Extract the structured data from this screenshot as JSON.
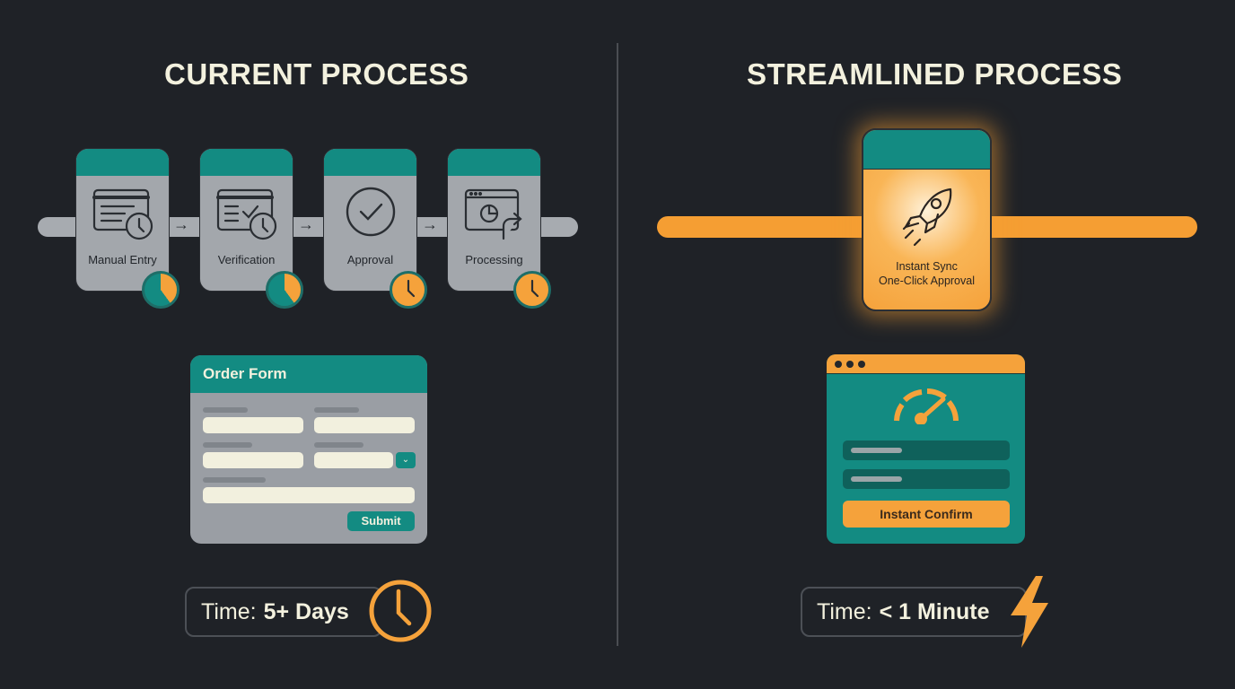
{
  "left": {
    "title": "CURRENT PROCESS",
    "steps": [
      {
        "label": "Manual Entry",
        "icon": "form-clock-icon"
      },
      {
        "label": "Verification",
        "icon": "form-check-clock-icon"
      },
      {
        "label": "Approval",
        "icon": "check-circle-icon"
      },
      {
        "label": "Processing",
        "icon": "window-chart-redirect-icon"
      }
    ],
    "arrow": "→",
    "form": {
      "title": "Order Form",
      "submit_label": "Submit",
      "select_chevron": "⌄"
    },
    "time": {
      "label": "Time:",
      "value": "5+ Days",
      "icon": "clock-icon"
    }
  },
  "right": {
    "title": "STREAMLINED PROCESS",
    "card": {
      "line1": "Instant Sync",
      "line2": "One-Click Approval",
      "icon": "rocket-icon"
    },
    "window": {
      "button_label": "Instant Confirm",
      "icon": "speedometer-icon"
    },
    "time": {
      "label": "Time:",
      "value": "< 1 Minute",
      "icon": "lightning-icon"
    }
  },
  "colors": {
    "teal": "#138b82",
    "orange": "#f5a23b",
    "gray": "#a3a7ac",
    "background": "#1f2227",
    "cream": "#f3f1de"
  }
}
